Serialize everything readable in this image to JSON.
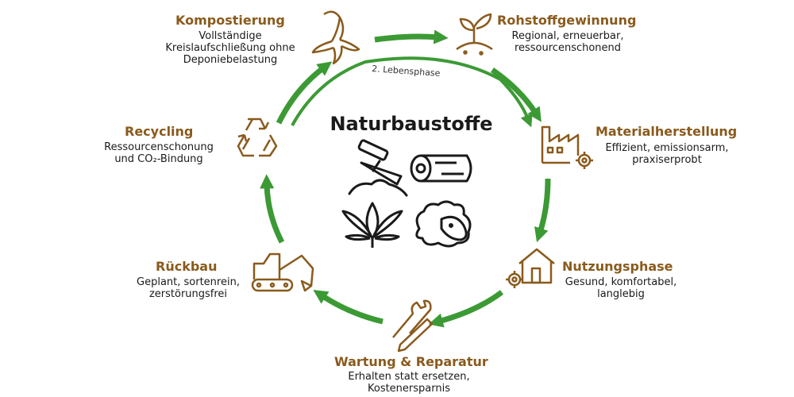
{
  "title": "Naturbaustoffe",
  "second_phase_label": "2. Lebensphase",
  "colors": {
    "arrow": "#3c9a35",
    "accent": "#8a5a1c",
    "icon_center": "#1a1a1a"
  },
  "center_icons": [
    "trowel-plaster-icon",
    "log-icon",
    "hemp-leaf-icon",
    "sheep-icon"
  ],
  "steps": [
    {
      "id": "rohstoffgewinnung",
      "icon": "sprout-icon",
      "title": "Rohstoffgewinnung",
      "lines": [
        "Regional, erneuerbar,",
        "ressourcenschonend"
      ]
    },
    {
      "id": "materialherstellung",
      "icon": "factory-gear-icon",
      "title": "Materialherstellung",
      "lines": [
        "Effizient, emissionsarm,",
        "praxiserprobt"
      ]
    },
    {
      "id": "nutzungsphase",
      "icon": "house-gear-icon",
      "title": "Nutzungsphase",
      "lines": [
        "Gesund, komfortabel,",
        "langlebig"
      ]
    },
    {
      "id": "wartung",
      "icon": "wrench-pencil-icon",
      "title": "Wartung & Reparatur",
      "lines": [
        "Erhalten statt ersetzen,",
        "Kostenersparnis"
      ]
    },
    {
      "id": "rueckbau",
      "icon": "excavator-icon",
      "title": "Rückbau",
      "lines": [
        "Geplant, sortenrein,",
        "zerstörungsfrei"
      ]
    },
    {
      "id": "recycling",
      "icon": "recycle-icon",
      "title": "Recycling",
      "lines": [
        "Ressourcenschonung",
        "und CO₂-Bindung"
      ]
    },
    {
      "id": "kompostierung",
      "icon": "banana-peel-icon",
      "title": "Kompostierung",
      "lines": [
        "Vollständige",
        "Kreislaufschließung ohne",
        "Deponiebelastung"
      ]
    }
  ]
}
